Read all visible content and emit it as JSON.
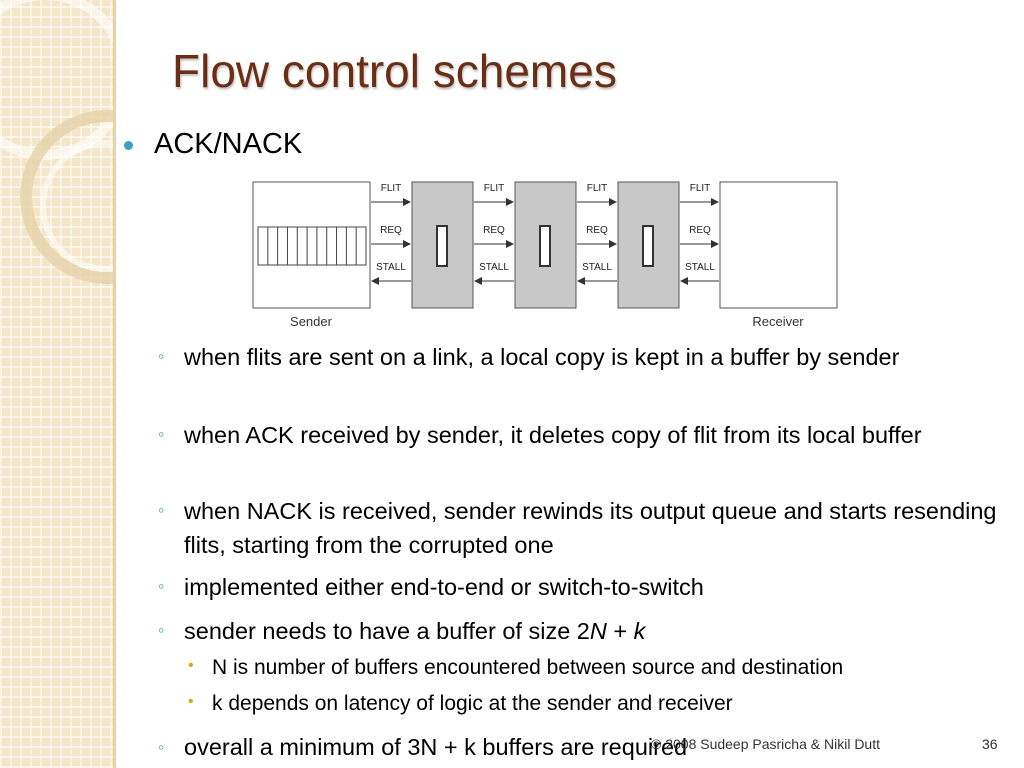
{
  "title": "Flow control schemes",
  "main_bullet": "ACK/NACK",
  "diagram": {
    "sender_label": "Sender",
    "receiver_label": "Receiver",
    "signal_labels": [
      "FLIT",
      "REQ",
      "STALL"
    ]
  },
  "sub_bullets": [
    "when flits are sent on a link, a local copy is kept in a buffer by sender",
    "when ACK received by sender, it deletes copy of flit from its local buffer",
    "when NACK is received, sender rewinds its output queue and starts resending flits, starting from the corrupted one",
    "implemented either end-to-end or switch-to-switch"
  ],
  "size_bullet": {
    "prefix": "sender needs to have a buffer of size 2",
    "n": "N",
    "plus": " + ",
    "k": "k"
  },
  "subsub_bullets": [
    "N is number of buffers encountered between source and destination",
    "k depends on latency of logic at the sender and receiver"
  ],
  "last_bullet": "overall a minimum of 3N + k buffers are required",
  "footer": {
    "copyright": "© 2008 Sudeep Pasricha  & Nikil Dutt",
    "page": "36"
  },
  "colors": {
    "title": "#6b2d14",
    "bullet": "#3ba3b8",
    "subsub_bullet": "#e0a21a",
    "stage_fill": "#c8c8c8"
  }
}
